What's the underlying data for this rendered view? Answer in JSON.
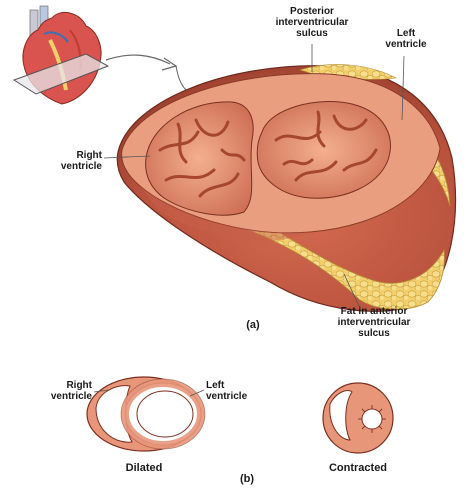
{
  "figure": {
    "labels": {
      "posterior_sulcus": "Posterior\ninterventricular\nsulcus",
      "left_ventricle_a": "Left\nventricle",
      "right_ventricle_a": "Right\nventricle",
      "fat_anterior": "Fat in anterior\ninterventricular\nsulcus",
      "part_a": "(a)",
      "right_ventricle_b": "Right\nventricle",
      "left_ventricle_b": "Left\nventricle",
      "dilated": "Dilated",
      "contracted": "Contracted",
      "part_b": "(b)"
    },
    "colors": {
      "muscle": "#d9735a",
      "muscle_dark": "#b6503c",
      "cut_surface": "#eea58a",
      "fat": "#f2cf6a",
      "outline": "#7a3020",
      "heart_icon": "#d9534f"
    }
  }
}
